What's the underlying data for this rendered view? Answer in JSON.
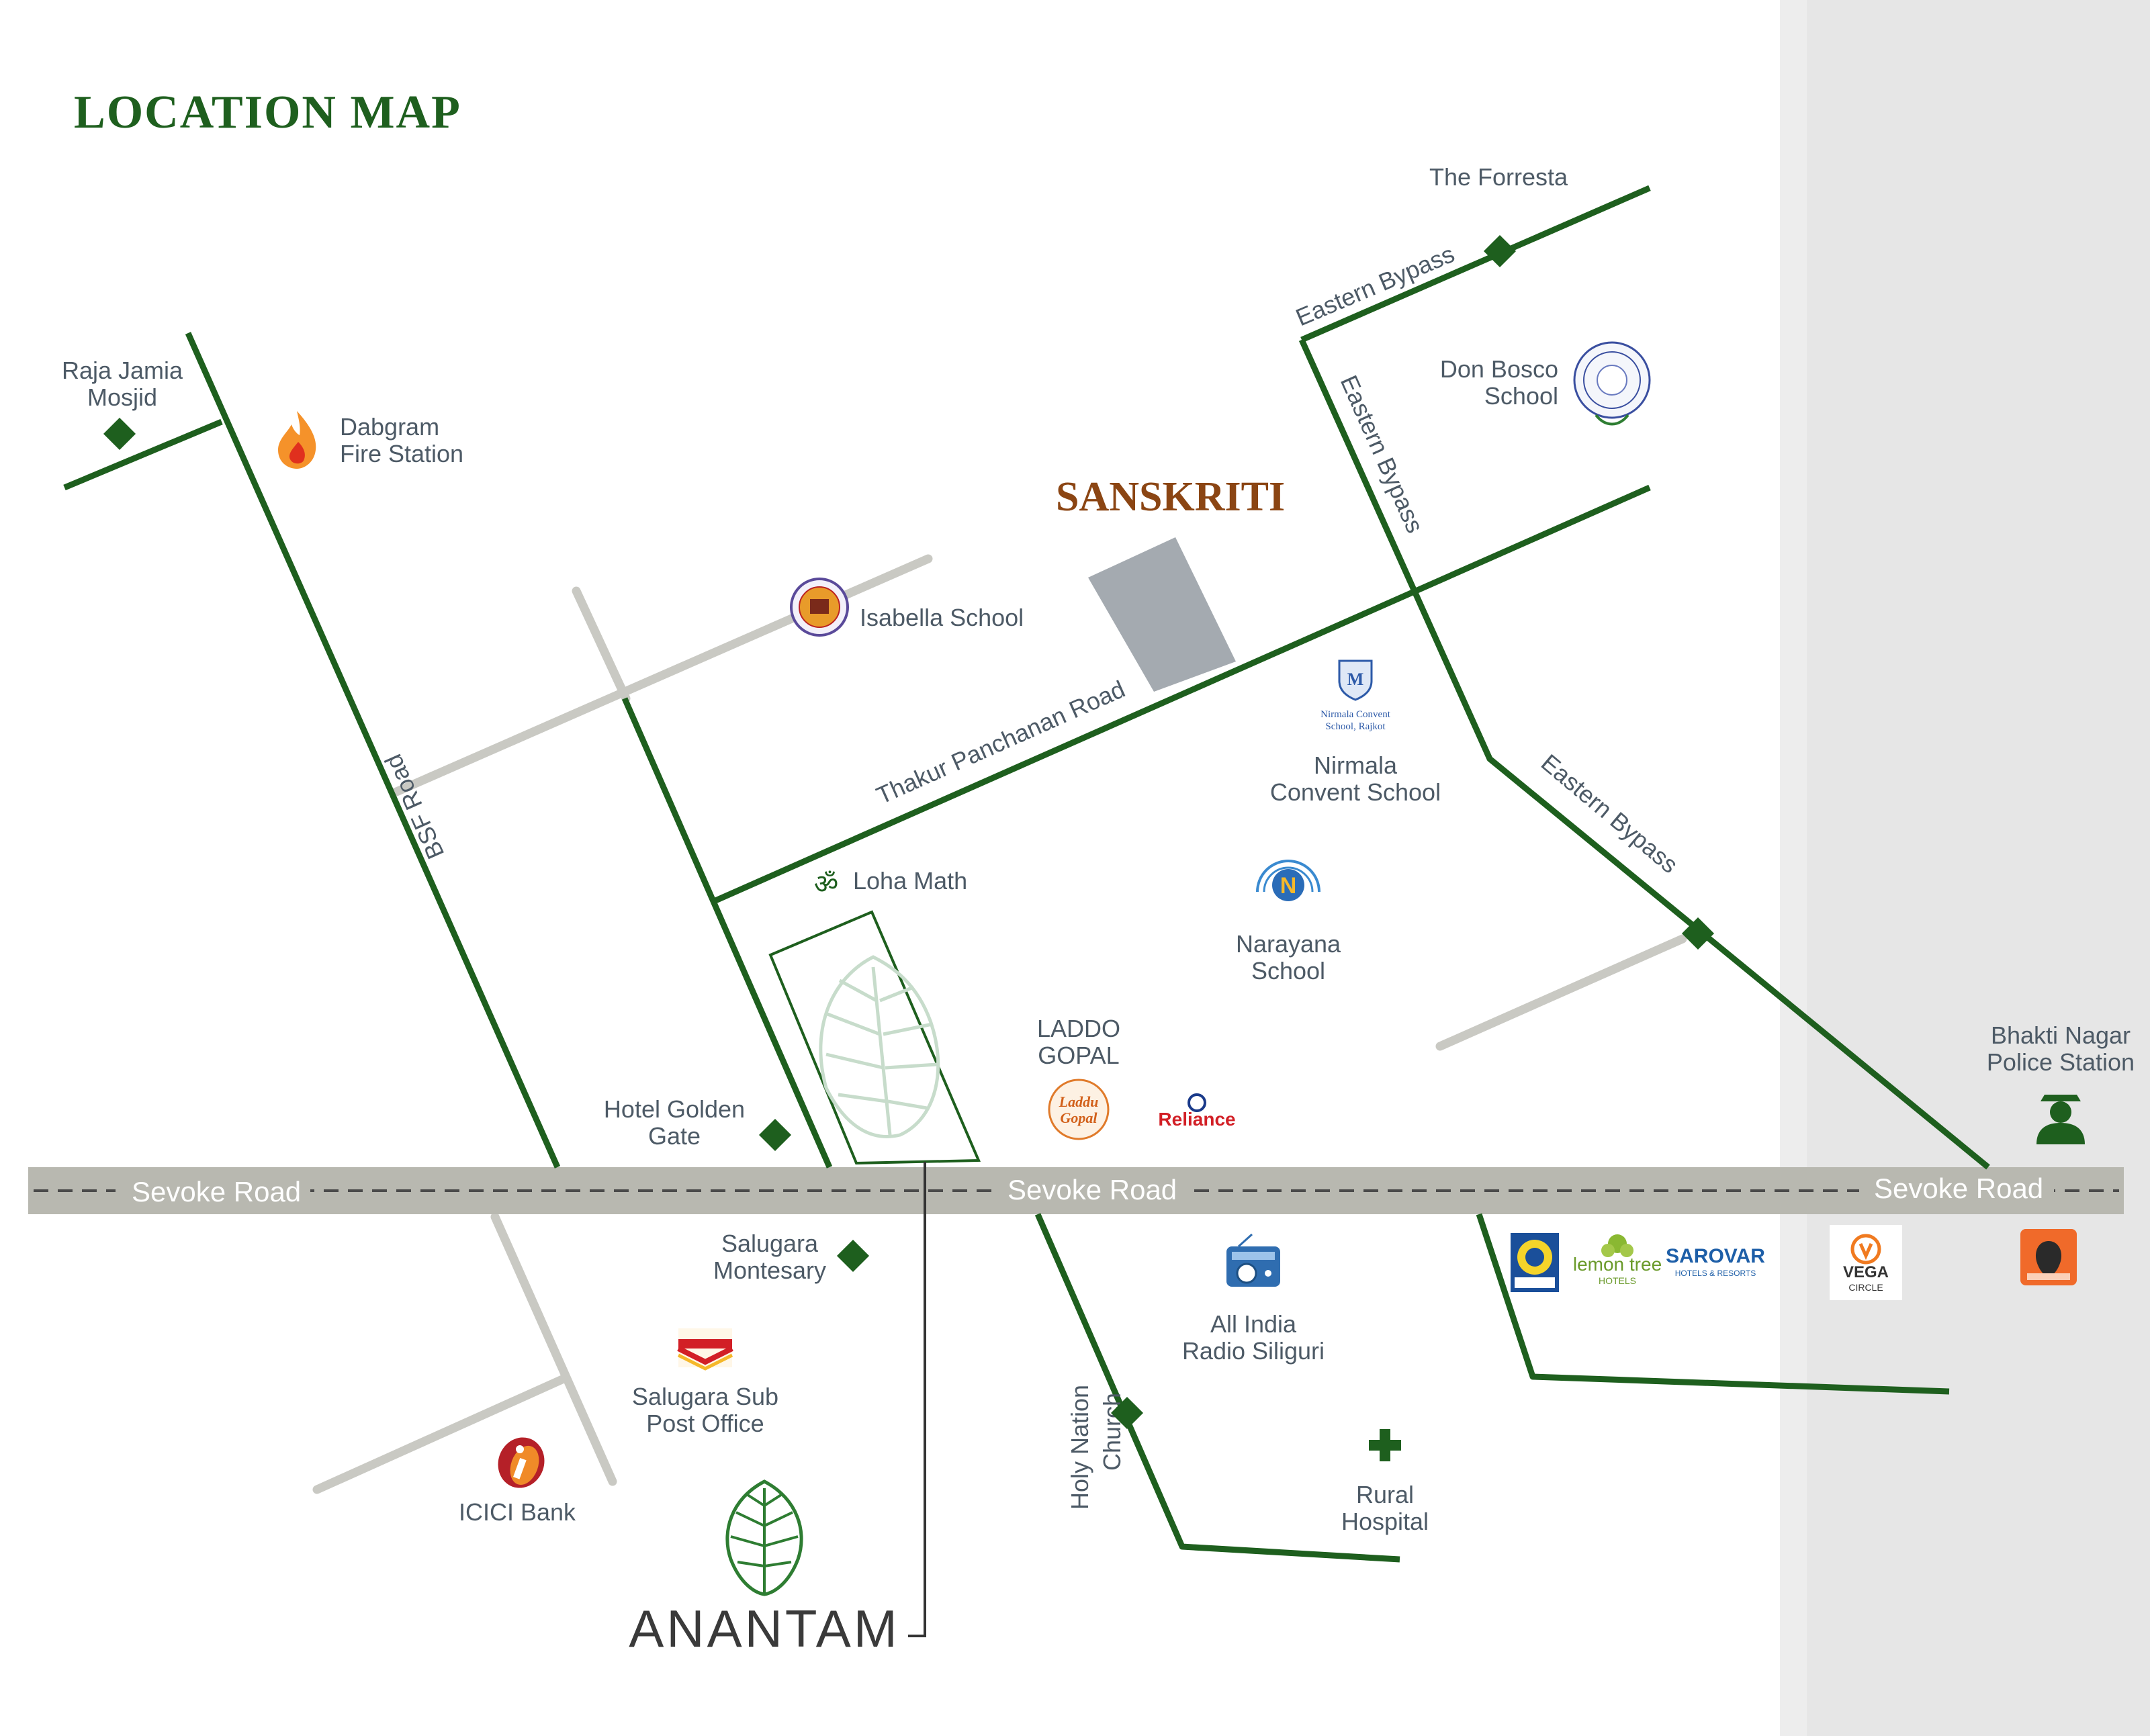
{
  "title": "LOCATION MAP",
  "colors": {
    "green": "#1e5f1e",
    "gray_road": "#c8c8c2",
    "sevoke_band": "#b9b9b1",
    "text": "#4d5a66",
    "right_panel": "#e3e3e3"
  },
  "roads": {
    "sevoke_1": "Sevoke Road",
    "sevoke_2": "Sevoke Road",
    "sevoke_3": "Sevoke Road",
    "eastern_bypass_1": "Eastern Bypass",
    "eastern_bypass_2": "Eastern Bypass",
    "eastern_bypass_3": "Eastern Bypass",
    "bsf": "BSF Road",
    "thakur": "Thakur Panchanan Road",
    "holy_nation_1": "Holy Nation",
    "holy_nation_2": "Church"
  },
  "places": {
    "forresta": "The Forresta",
    "raja_1": "Raja Jamia",
    "raja_2": "Mosjid",
    "dabgram_1": "Dabgram",
    "dabgram_2": "Fire Station",
    "donbosco_1": "Don Bosco",
    "donbosco_2": "School",
    "isabella": "Isabella School",
    "nirmala_1": "Nirmala",
    "nirmala_2": "Convent School",
    "lohamath": "Loha Math",
    "narayana_1": "Narayana",
    "narayana_2": "School",
    "laddo_1": "LADDO",
    "laddo_2": "GOPAL",
    "bhakti_1": "Bhakti Nagar",
    "bhakti_2": "Police Station",
    "golden_1": "Hotel Golden",
    "golden_2": "Gate",
    "salugara_1": "Salugara",
    "salugara_2": "Montesary",
    "postoffice_1": "Salugara Sub",
    "postoffice_2": "Post Office",
    "icici": "ICICI Bank",
    "radio_1": "All India",
    "radio_2": "Radio Siliguri",
    "hospital_1": "Rural",
    "hospital_2": "Hospital"
  },
  "logos": {
    "sanskriti": "SANSKRITI",
    "anantam": "ANANTAM",
    "reliance": "Reliance",
    "laddu_1": "Laddu",
    "laddu_2": "Gopal",
    "lemontree_1": "lemon tree",
    "lemontree_2": "HOTELS",
    "sarovar_1": "SAROVAR",
    "sarovar_2": "HOTELS & RESORTS",
    "vega_1": "VEGA",
    "vega_2": "CIRCLE",
    "nirmala_logo_1": "Nirmala Convent",
    "nirmala_logo_2": "School, Rajkot"
  },
  "icons": [
    "fire-icon",
    "om-icon",
    "diamond-marker-icon",
    "hospital-cross-icon",
    "radio-icon",
    "police-icon",
    "post-office-icon",
    "icici-icon"
  ]
}
